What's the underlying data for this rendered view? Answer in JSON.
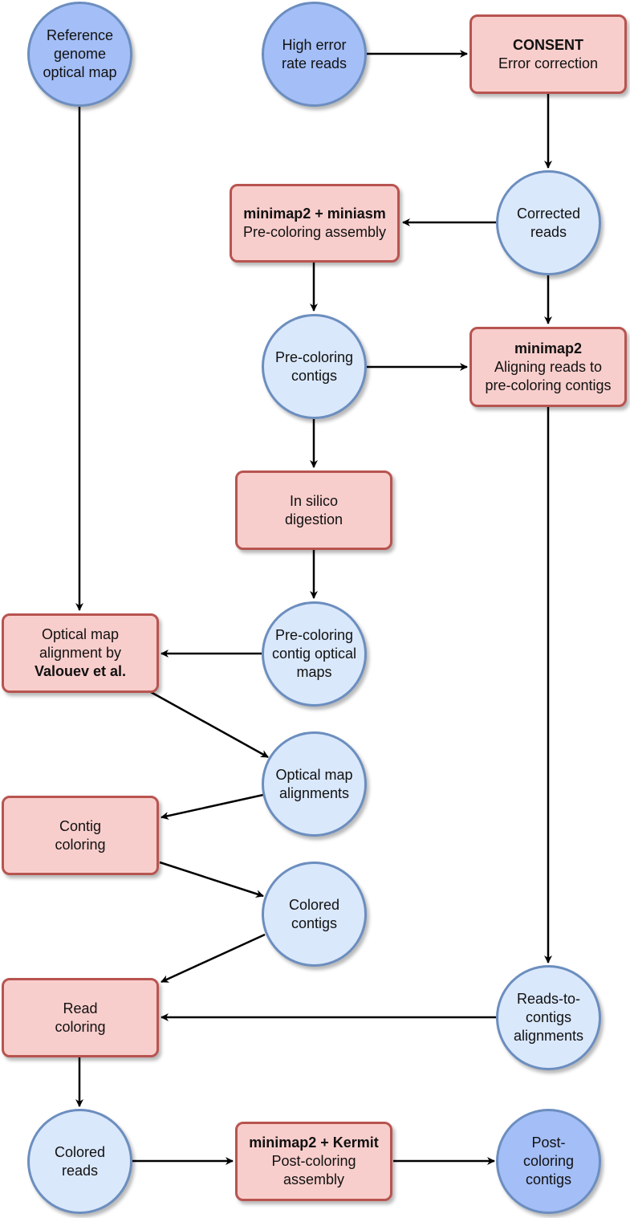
{
  "nodes": {
    "reference_map": {
      "lines": [
        "Reference",
        "genome",
        "optical map"
      ]
    },
    "high_error_reads": {
      "lines": [
        "High error",
        "rate reads"
      ]
    },
    "consent": {
      "title": "CONSENT",
      "subtitle": "Error correction"
    },
    "corrected_reads": {
      "lines": [
        "Corrected",
        "reads"
      ]
    },
    "minimap_miniasm": {
      "title": "minimap2 + miniasm",
      "subtitle": "Pre-coloring assembly"
    },
    "precoloring_contigs": {
      "lines": [
        "Pre-coloring",
        "contigs"
      ]
    },
    "minimap2_align": {
      "title": "minimap2",
      "subtitle_lines": [
        "Aligning reads to",
        "pre-coloring contigs"
      ]
    },
    "in_silico_digestion": {
      "lines": [
        "In silico",
        "digestion"
      ]
    },
    "precoloring_contig_maps": {
      "lines": [
        "Pre-coloring",
        "contig optical",
        "maps"
      ]
    },
    "optical_map_alignment": {
      "lines": [
        "Optical map",
        "alignment by"
      ],
      "bold_line": "Valouev et al."
    },
    "optical_map_alignments": {
      "lines": [
        "Optical map",
        "alignments"
      ]
    },
    "contig_coloring": {
      "lines": [
        "Contig",
        "coloring"
      ]
    },
    "colored_contigs": {
      "lines": [
        "Colored",
        "contigs"
      ]
    },
    "read_coloring": {
      "lines": [
        "Read",
        "coloring"
      ]
    },
    "reads_to_contigs": {
      "lines": [
        "Reads-to-",
        "contigs",
        "alignments"
      ]
    },
    "colored_reads": {
      "lines": [
        "Colored",
        "reads"
      ]
    },
    "minimap_kermit": {
      "title": "minimap2 + Kermit",
      "subtitle_lines": [
        "Post-coloring",
        "assembly"
      ]
    },
    "postcoloring_contigs": {
      "lines": [
        "Post-",
        "coloring",
        "contigs"
      ]
    }
  },
  "colors": {
    "box_fill": "#f8cecc",
    "box_stroke": "#b85450",
    "circle_light_fill": "#dae8fc",
    "circle_dark_fill": "#a4bef7",
    "circle_stroke": "#6c8ebf",
    "edge": "#000000"
  }
}
